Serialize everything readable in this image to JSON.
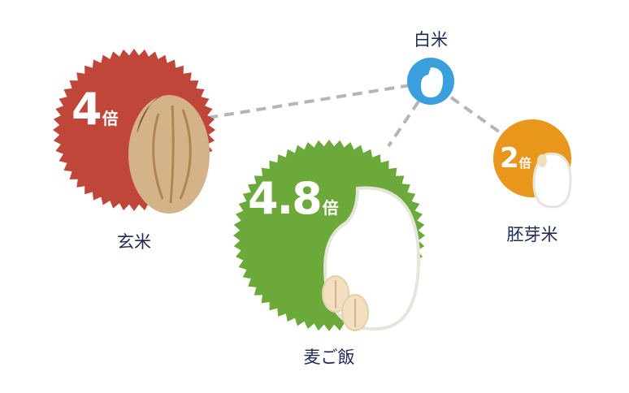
{
  "title": "白米と比べた食物繊維量",
  "center": {
    "label": "白米",
    "color": "#3aa0dc"
  },
  "items": [
    {
      "label": "玄米",
      "value": "4",
      "unit": "倍",
      "color": "#c0463a"
    },
    {
      "label": "麦ご飯",
      "value": "4.8",
      "unit": "倍",
      "color": "#6ba93a"
    },
    {
      "label": "胚芽米",
      "value": "2",
      "unit": "倍",
      "color": "#e9961c"
    }
  ]
}
